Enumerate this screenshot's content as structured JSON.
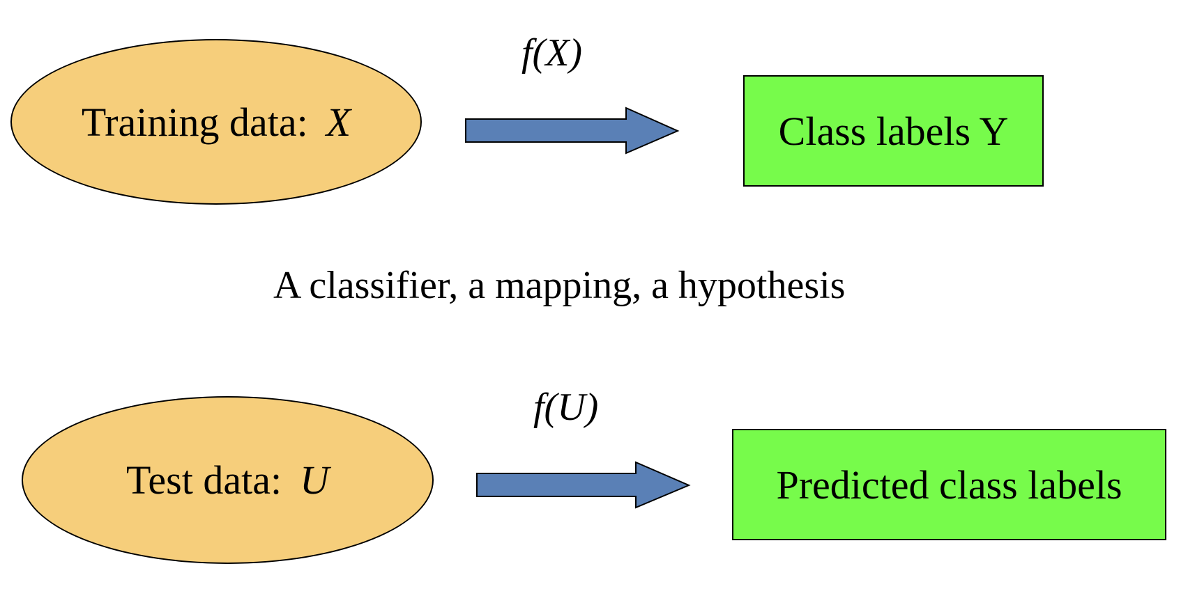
{
  "colors": {
    "ellipse_fill": "#F6CE7B",
    "box_fill": "#77FB4B",
    "arrow_fill": "#5A80B6",
    "stroke": "#000000"
  },
  "row_training": {
    "ellipse_label": "Training data:",
    "ellipse_var": "X",
    "function_label": "f(X)",
    "box_label": "Class labels Y"
  },
  "caption": "A classifier, a mapping, a hypothesis",
  "row_test": {
    "ellipse_label": "Test data:",
    "ellipse_var": "U",
    "function_label": "f(U)",
    "box_label": "Predicted class labels"
  }
}
